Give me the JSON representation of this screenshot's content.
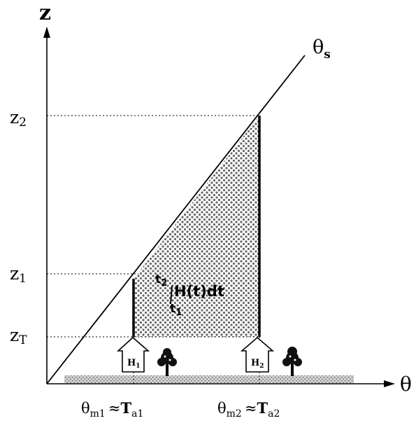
{
  "axes": {
    "z_label": "z",
    "theta_label": "θ"
  },
  "curve": {
    "label_main": "θ",
    "label_sub": "s"
  },
  "z_levels": [
    {
      "main": "z",
      "sub": "2"
    },
    {
      "main": "z",
      "sub": "1"
    },
    {
      "main": "z",
      "sub": "T"
    }
  ],
  "integral": {
    "upper": "t",
    "upper_sub": "2",
    "lower": "t",
    "lower_sub": "1",
    "body": "H(t)dt"
  },
  "houses": [
    {
      "main": "H",
      "sub": "1"
    },
    {
      "main": "H",
      "sub": "2"
    }
  ],
  "theta_levels": [
    {
      "theta": "θ",
      "theta_sub": "m1",
      "approx": "≈",
      "t": "T",
      "t_sub": "a1"
    },
    {
      "theta": "θ",
      "theta_sub": "m2",
      "approx": "≈",
      "t": "T",
      "t_sub": "a2"
    }
  ]
}
